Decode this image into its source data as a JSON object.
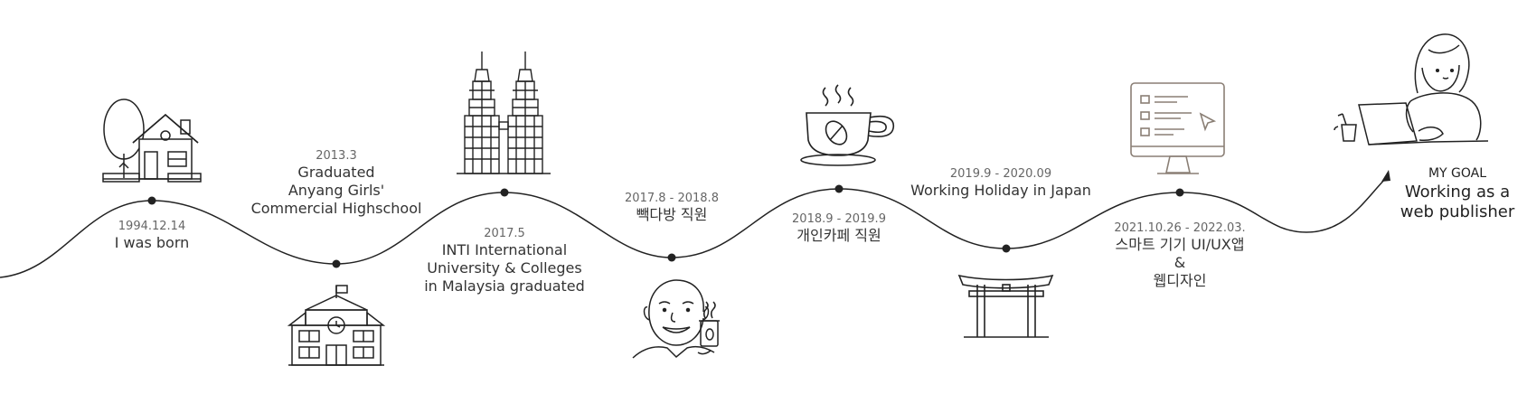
{
  "events": [
    {
      "id": "born",
      "date": "1994.12.14",
      "lines": [
        "I was born"
      ]
    },
    {
      "id": "highschool",
      "date": "2013.3",
      "lines": [
        "Graduated",
        "Anyang Girls'",
        "Commercial Highschool"
      ]
    },
    {
      "id": "inti",
      "date": "2017.5",
      "lines": [
        "INTI International",
        "University & Colleges",
        "in Malaysia  graduated"
      ]
    },
    {
      "id": "paik",
      "date": "2017.8 - 2018.8",
      "lines": [
        "빽다방 직원"
      ]
    },
    {
      "id": "cafe",
      "date": "2018.9 - 2019.9",
      "lines": [
        "개인카페 직원"
      ]
    },
    {
      "id": "japan",
      "date": "2019.9 - 2020.09",
      "lines": [
        "Working Holiday in Japan"
      ]
    },
    {
      "id": "smart",
      "date": "2021.10.26 - 2022.03.",
      "lines": [
        "스마트 기기 UI/UX앱",
        "&",
        "웹디자인"
      ]
    }
  ],
  "goal": {
    "caption": "MY GOAL",
    "lines": [
      "Working as a",
      "web publisher"
    ]
  },
  "icons": [
    "house-icon",
    "school-icon",
    "twin-towers-icon",
    "barista-icon",
    "coffee-cup-icon",
    "torii-gate-icon",
    "monitor-icon",
    "person-laptop-icon"
  ],
  "colors": {
    "line": "#222222",
    "text": "#333333",
    "date": "#666666"
  }
}
